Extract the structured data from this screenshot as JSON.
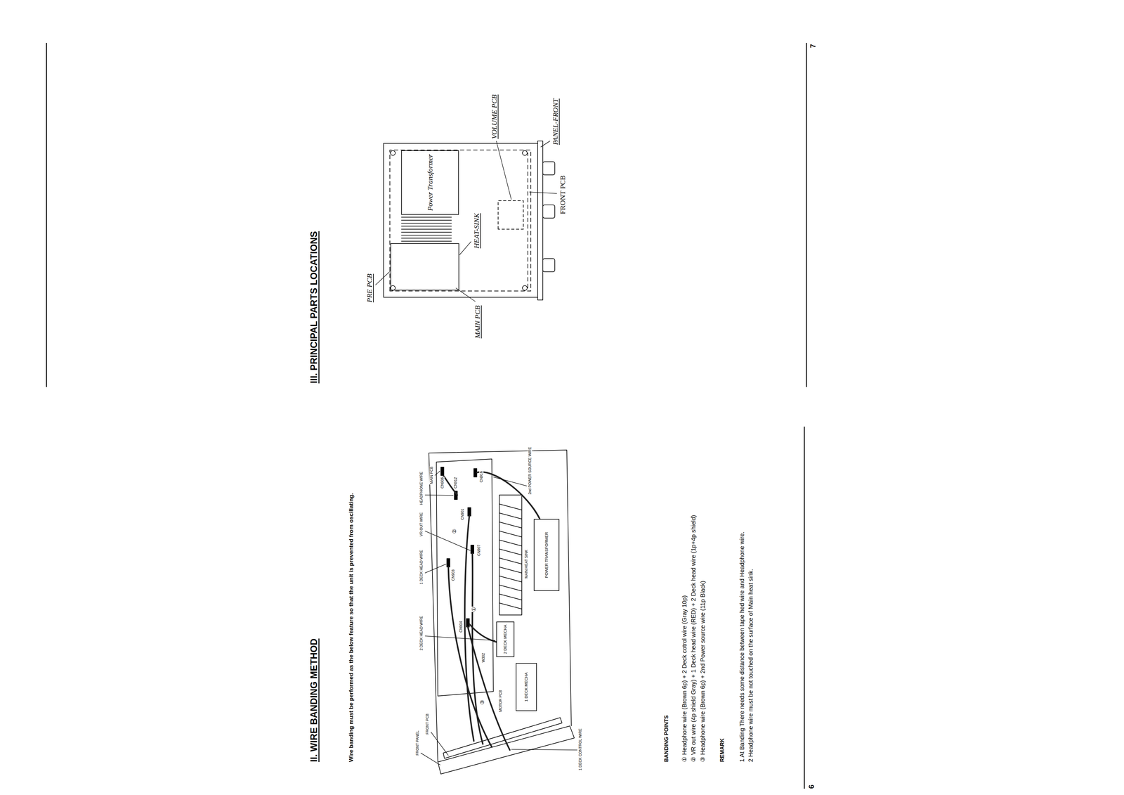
{
  "diagram": {
    "nodes": [
      {
        "text": [
          "1 DECK MECHA"
        ]
      },
      {
        "text": [
          "2 DECK MECHA"
        ]
      },
      {
        "text": [
          "POWER TRANSFORMER"
        ]
      },
      {
        "text": [
          "Power Transformer"
        ]
      }
    ],
    "labels": [
      "II. WIRE BANDING METHOD",
      "Wire banding must be performed as the below feature so that the unit is prevented from oscillating.",
      "FRONT PANEL",
      "FRONT PCB",
      "1 DECK CONTROL WIRE",
      "MOTOR PCB",
      "W302",
      "CN904",
      "2 DECK HEAD WIRE",
      "1 DECK HEAD WIRE",
      "CN903",
      "VR OUT WIRE",
      "CN907",
      "CN901",
      "CN912",
      "HEADPHONE WIRE",
      "MAIN PCB",
      "CN906",
      "CN916",
      "2nd POWER SOURCE WIRE",
      "MAIN HEAT SINK",
      "①",
      "②",
      "③",
      "BANDING POINTS",
      "① Headphone wire (Brown 6p) + 2 Deck cotrol wire (Gray 10p)",
      "② VR out wire (4p shield Gray) + 1 Deck head wire (RED) + 2 Deck head wire (1p+4p shield)",
      "③ Headphone wire (Brown 6p) + 2nd Power source wire (11p Black)",
      "REMARK",
      "1 At Banding There needs some distance between tape hed wire and Headphone wire.",
      "2 Headphone wire must be not touched on the surface of Main heat sink.",
      "6",
      "III. PRINCIPAL PARTS LOCATIONS",
      "PRE PCB",
      "MAIN PCB",
      "HEAT-SINK",
      "VOLUME PCB",
      "PANEL-FRONT",
      "FRONT PCB",
      "7"
    ]
  }
}
